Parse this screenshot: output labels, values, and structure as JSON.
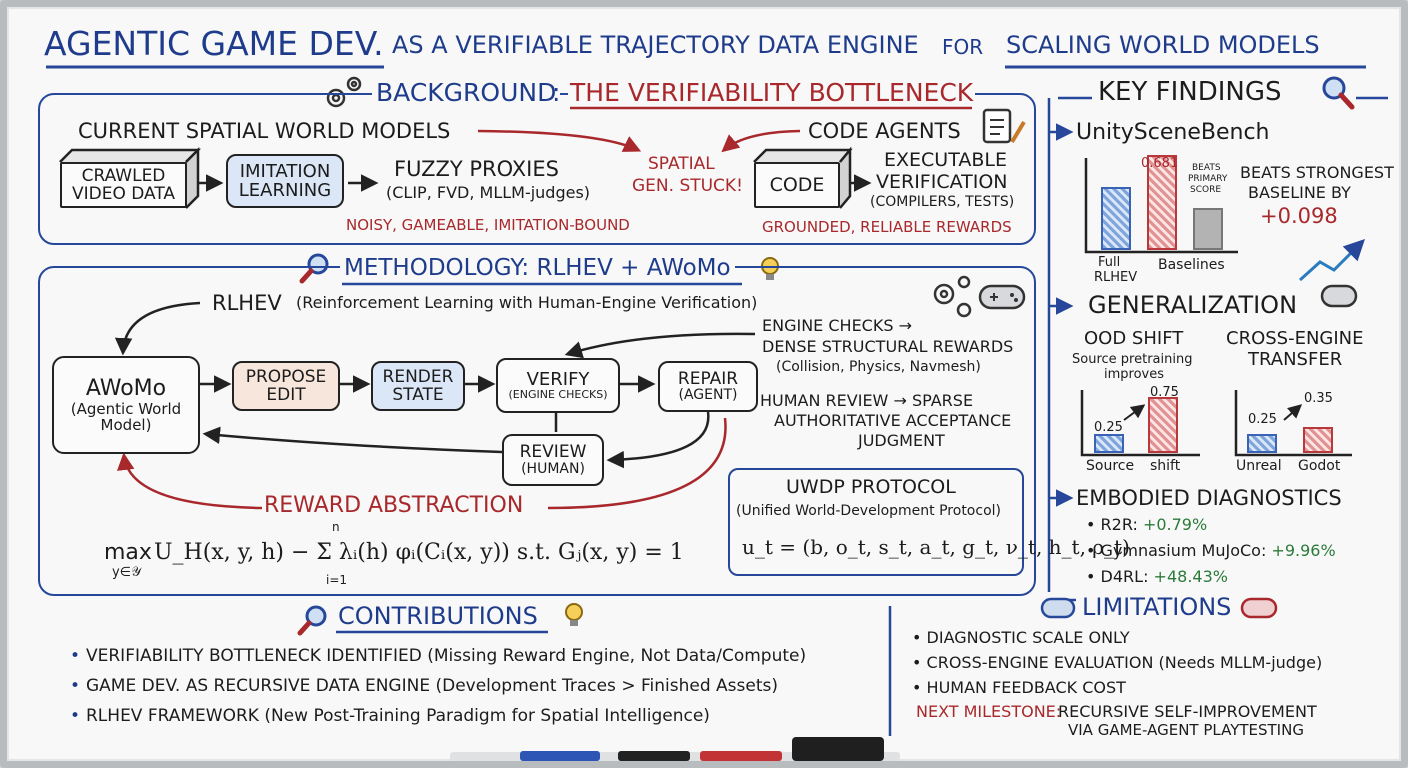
{
  "title": {
    "part1": "AGENTIC GAME DEV.",
    "part2": "AS A VERIFIABLE TRAJECTORY DATA ENGINE",
    "part3": "FOR",
    "part4": "SCALING WORLD MODELS"
  },
  "background": {
    "heading_label": "BACKGROUND",
    "heading_colon": ":",
    "heading_highlight": "THE VERIFIABILITY BOTTLENECK",
    "left_title": "CURRENT SPATIAL WORLD MODELS",
    "crawled_line1": "CRAWLED",
    "crawled_line2": "VIDEO DATA",
    "imitation_line1": "IMITATION",
    "imitation_line2": "LEARNING",
    "fuzzy_title": "FUZZY PROXIES",
    "fuzzy_sub": "(CLIP, FVD, MLLM-judges)",
    "left_note": "NOISY, GAMEABLE, IMITATION-BOUND",
    "stuck_line1": "SPATIAL",
    "stuck_line2": "GEN. STUCK!",
    "right_title": "CODE AGENTS",
    "code_label": "CODE",
    "exec_line1": "EXECUTABLE",
    "exec_line2": "VERIFICATION",
    "exec_sub": "(COMPILERS, TESTS)",
    "right_note": "GROUNDED, RELIABLE REWARDS"
  },
  "methodology": {
    "heading": "METHODOLOGY: RLHEV + AWoMo",
    "rlhev_name": "RLHEV",
    "rlhev_full": "(Reinforcement Learning with Human-Engine Verification)",
    "awomo_name": "AWoMo",
    "awomo_full_line1": "(Agentic World",
    "awomo_full_line2": "Model)",
    "propose_line1": "PROPOSE",
    "propose_line2": "EDIT",
    "render_line1": "RENDER",
    "render_line2": "STATE",
    "verify_title": "VERIFY",
    "verify_sub": "(ENGINE CHECKS)",
    "repair_title": "REPAIR",
    "repair_sub": "(AGENT)",
    "review_title": "REVIEW",
    "review_sub": "(HUMAN)",
    "engine_checks_line1": "ENGINE CHECKS →",
    "engine_checks_line2": "DENSE STRUCTURAL REWARDS",
    "engine_checks_line3": "(Collision, Physics, Navmesh)",
    "human_review_line1": "HUMAN REVIEW → SPARSE",
    "human_review_line2": "AUTHORITATIVE ACCEPTANCE",
    "human_review_line3": "JUDGMENT",
    "reward_abstraction": "REWARD ABSTRACTION",
    "formula_max": "max",
    "formula_sub": "y∈𝒴",
    "formula_body": "U_H(x, y, h) − Σ λᵢ(h) φᵢ(Cᵢ(x, y))  s.t.  Gⱼ(x, y) = 1",
    "formula_n": "n",
    "formula_i1": "i=1",
    "uwdp_title": "UWDP PROTOCOL",
    "uwdp_full": "(Unified World-Development Protocol)",
    "uwdp_formula": "u_t = (b, o_t, s_t, a_t, g_t, ν_t, h_t, ρ_t)"
  },
  "contributions": {
    "heading": "CONTRIBUTIONS",
    "items": [
      "VERIFIABILITY BOTTLENECK IDENTIFIED (Missing Reward Engine, Not Data/Compute)",
      "GAME DEV. AS RECURSIVE DATA ENGINE (Development Traces > Finished Assets)",
      "RLHEV FRAMEWORK (New Post-Training Paradigm for Spatial Intelligence)"
    ]
  },
  "key_findings": {
    "heading": "KEY FINDINGS",
    "bench_title": "UnitySceneBench",
    "bar_value_label": "0.681",
    "bar_note_line1": "BEATS",
    "bar_note_line2": "PRIMARY",
    "bar_note_line3": "SCORE",
    "beats_line1": "BEATS STRONGEST",
    "beats_line2": "BASELINE BY",
    "beats_delta": "+0.098",
    "cat_full_line1": "Full",
    "cat_full_line2": "RLHEV",
    "cat_baselines": "Baselines"
  },
  "generalization": {
    "heading": "GENERALIZATION",
    "ood_title": "OOD SHIFT",
    "ood_sub_line1": "Source pretraining",
    "ood_sub_line2": "improves",
    "cross_title_line1": "CROSS-ENGINE",
    "cross_title_line2": "TRANSFER",
    "ood_v1": "0.25",
    "ood_v2": "0.75",
    "ood_c1": "Source",
    "ood_c2": "shift",
    "cross_v1": "0.25",
    "cross_v2": "0.35",
    "cross_c1": "Unreal",
    "cross_c2": "Godot"
  },
  "chart_data": [
    {
      "type": "bar",
      "title": "UnitySceneBench",
      "categories": [
        "Full RLHEV",
        "",
        "Baselines"
      ],
      "values": [
        0.45,
        0.681,
        0.3
      ],
      "colors": [
        "#3a63b5",
        "#b8383c",
        "#777777"
      ],
      "annotations": [
        "0.681",
        "BEATS PRIMARY SCORE"
      ]
    },
    {
      "type": "bar",
      "title": "OOD SHIFT",
      "categories": [
        "Source",
        "shift"
      ],
      "values": [
        0.25,
        0.75
      ],
      "colors": [
        "#3a63b5",
        "#b8383c"
      ]
    },
    {
      "type": "bar",
      "title": "CROSS-ENGINE TRANSFER",
      "categories": [
        "Unreal",
        "Godot"
      ],
      "values": [
        0.25,
        0.35
      ],
      "colors": [
        "#3a63b5",
        "#b8383c"
      ]
    }
  ],
  "embodied": {
    "heading": "EMBODIED DIAGNOSTICS",
    "items": [
      {
        "label": "R2R:",
        "value": "+0.79%"
      },
      {
        "label": "Gymnasium MuJoCo:",
        "value": "+9.96%"
      },
      {
        "label": "D4RL:",
        "value": "+48.43%"
      }
    ]
  },
  "limitations": {
    "heading": "LIMITATIONS",
    "items": [
      "DIAGNOSTIC SCALE ONLY",
      "CROSS-ENGINE EVALUATION (Needs MLLM-judge)",
      "HUMAN FEEDBACK COST"
    ],
    "next_label": "NEXT MILESTONE:",
    "next_line1": "RECURSIVE SELF-IMPROVEMENT",
    "next_line2": "VIA GAME-AGENT PLAYTESTING"
  },
  "colors": {
    "ink": "#1c1c1c",
    "blue_ink": "#1f3c8c",
    "red_ink": "#a8282c",
    "green_ink": "#2c7a3a"
  }
}
